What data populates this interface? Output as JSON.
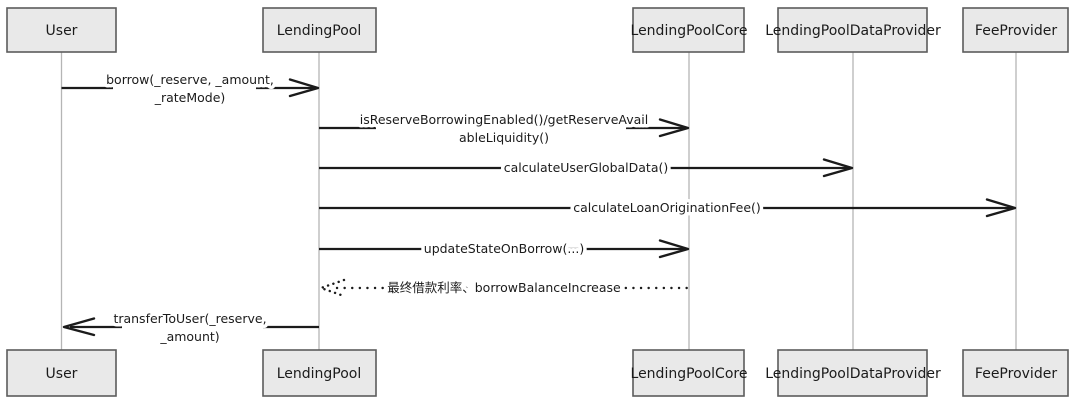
{
  "diagram_type": "sequence",
  "colors": {
    "ink": "#1b1b1b",
    "box_fill": "#e9e9e9",
    "box_stroke": "#5c5c5c",
    "lifeline": "#b5b5b5",
    "background": "#ffffff"
  },
  "actors": [
    {
      "name": "User"
    },
    {
      "name": "LendingPool"
    },
    {
      "name": "LendingPoolCore"
    },
    {
      "name": "LendingPoolDataProvider"
    },
    {
      "name": "FeeProvider"
    }
  ],
  "messages": [
    {
      "from": "User",
      "to": "LendingPool",
      "style": "solid",
      "lines": [
        "borrow(_reserve, _amount,",
        "_rateMode)"
      ]
    },
    {
      "from": "LendingPool",
      "to": "LendingPoolCore",
      "style": "solid",
      "lines": [
        "isReserveBorrowingEnabled()/getReserveAvail",
        "ableLiquidity()"
      ]
    },
    {
      "from": "LendingPool",
      "to": "LendingPoolDataProvider",
      "style": "solid",
      "lines": [
        "calculateUserGlobalData()"
      ]
    },
    {
      "from": "LendingPool",
      "to": "FeeProvider",
      "style": "solid",
      "lines": [
        "calculateLoanOriginationFee()"
      ]
    },
    {
      "from": "LendingPool",
      "to": "LendingPoolCore",
      "style": "solid",
      "lines": [
        "updateStateOnBorrow(...)"
      ]
    },
    {
      "from": "LendingPoolCore",
      "to": "LendingPool",
      "style": "dotted",
      "lines": [
        "最终借款利率、borrowBalanceIncrease"
      ]
    },
    {
      "from": "LendingPool",
      "to": "User",
      "style": "solid",
      "lines": [
        "transferToUser(_reserve,",
        "_amount)"
      ]
    }
  ]
}
